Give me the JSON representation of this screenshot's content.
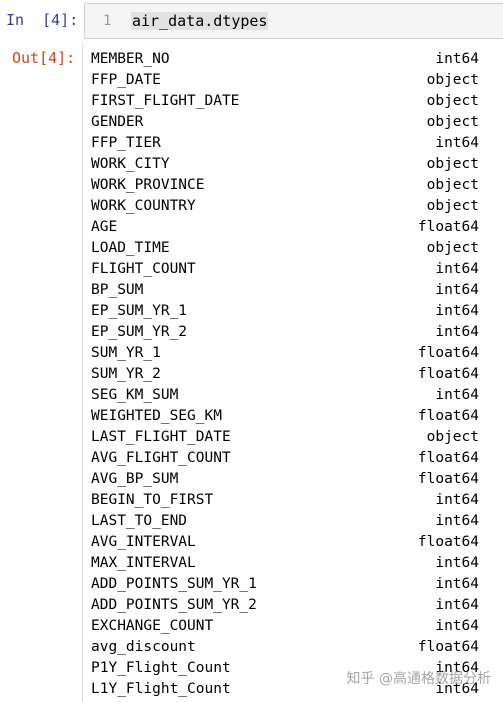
{
  "input_cell": {
    "prompt": "In  [4]:",
    "line_number": "1",
    "code": "air_data.dtypes"
  },
  "output_cell": {
    "prompt": "Out[4]:",
    "rows": [
      {
        "name": "MEMBER_NO",
        "dtype": "int64"
      },
      {
        "name": "FFP_DATE",
        "dtype": "object"
      },
      {
        "name": "FIRST_FLIGHT_DATE",
        "dtype": "object"
      },
      {
        "name": "GENDER",
        "dtype": "object"
      },
      {
        "name": "FFP_TIER",
        "dtype": "int64"
      },
      {
        "name": "WORK_CITY",
        "dtype": "object"
      },
      {
        "name": "WORK_PROVINCE",
        "dtype": "object"
      },
      {
        "name": "WORK_COUNTRY",
        "dtype": "object"
      },
      {
        "name": "AGE",
        "dtype": "float64"
      },
      {
        "name": "LOAD_TIME",
        "dtype": "object"
      },
      {
        "name": "FLIGHT_COUNT",
        "dtype": "int64"
      },
      {
        "name": "BP_SUM",
        "dtype": "int64"
      },
      {
        "name": "EP_SUM_YR_1",
        "dtype": "int64"
      },
      {
        "name": "EP_SUM_YR_2",
        "dtype": "int64"
      },
      {
        "name": "SUM_YR_1",
        "dtype": "float64"
      },
      {
        "name": "SUM_YR_2",
        "dtype": "float64"
      },
      {
        "name": "SEG_KM_SUM",
        "dtype": "int64"
      },
      {
        "name": "WEIGHTED_SEG_KM",
        "dtype": "float64"
      },
      {
        "name": "LAST_FLIGHT_DATE",
        "dtype": "object"
      },
      {
        "name": "AVG_FLIGHT_COUNT",
        "dtype": "float64"
      },
      {
        "name": "AVG_BP_SUM",
        "dtype": "float64"
      },
      {
        "name": "BEGIN_TO_FIRST",
        "dtype": "int64"
      },
      {
        "name": "LAST_TO_END",
        "dtype": "int64"
      },
      {
        "name": "AVG_INTERVAL",
        "dtype": "float64"
      },
      {
        "name": "MAX_INTERVAL",
        "dtype": "int64"
      },
      {
        "name": "ADD_POINTS_SUM_YR_1",
        "dtype": "int64"
      },
      {
        "name": "ADD_POINTS_SUM_YR_2",
        "dtype": "int64"
      },
      {
        "name": "EXCHANGE_COUNT",
        "dtype": "int64"
      },
      {
        "name": "avg_discount",
        "dtype": "float64"
      },
      {
        "name": "P1Y_Flight_Count",
        "dtype": "int64"
      },
      {
        "name": "L1Y_Flight_Count",
        "dtype": "int64"
      }
    ]
  },
  "watermark": "知乎 @高通格数据分析"
}
